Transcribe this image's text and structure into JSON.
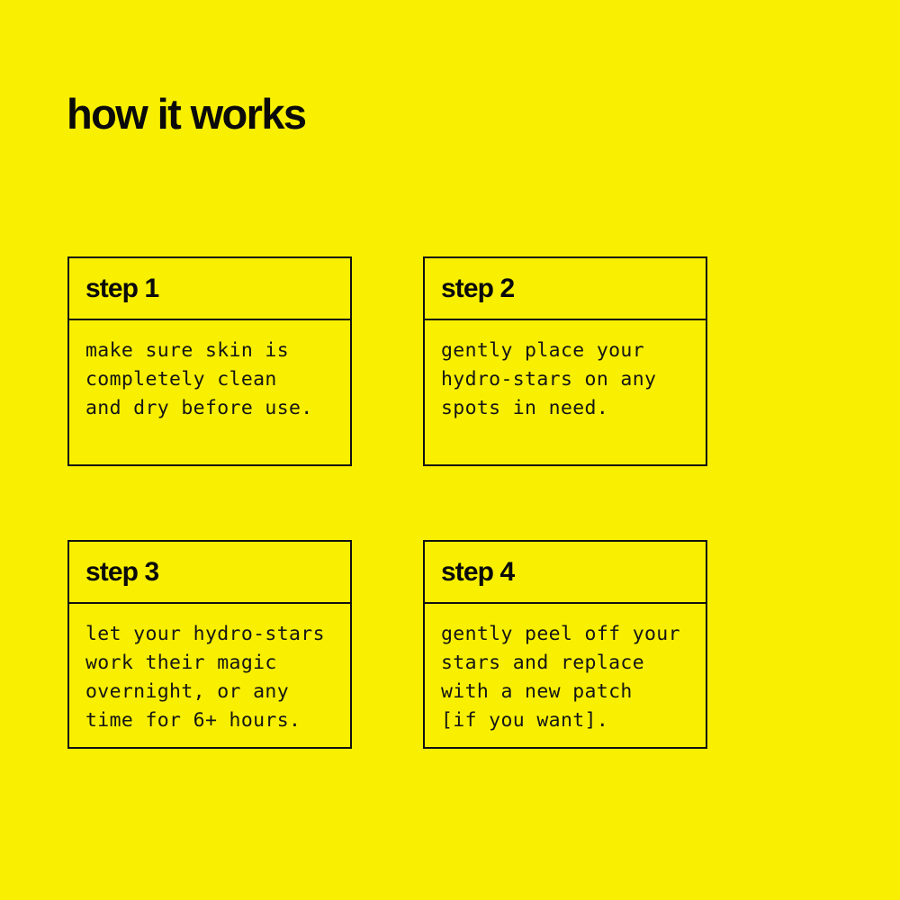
{
  "page": {
    "background_color": "#f8f000",
    "text_color": "#0a0a0a",
    "border_color": "#111111",
    "title": "how it works"
  },
  "steps": [
    {
      "label": "step 1",
      "text": "make sure skin is\ncompletely clean\nand dry before use."
    },
    {
      "label": "step 2",
      "text": "gently place your\nhydro-stars on any\nspots in need."
    },
    {
      "label": "step 3",
      "text": "let your hydro-stars\nwork their magic\novernight, or any\ntime for 6+ hours."
    },
    {
      "label": "step 4",
      "text": "gently peel off your\nstars and replace\nwith a new patch\n[if you want]."
    }
  ]
}
